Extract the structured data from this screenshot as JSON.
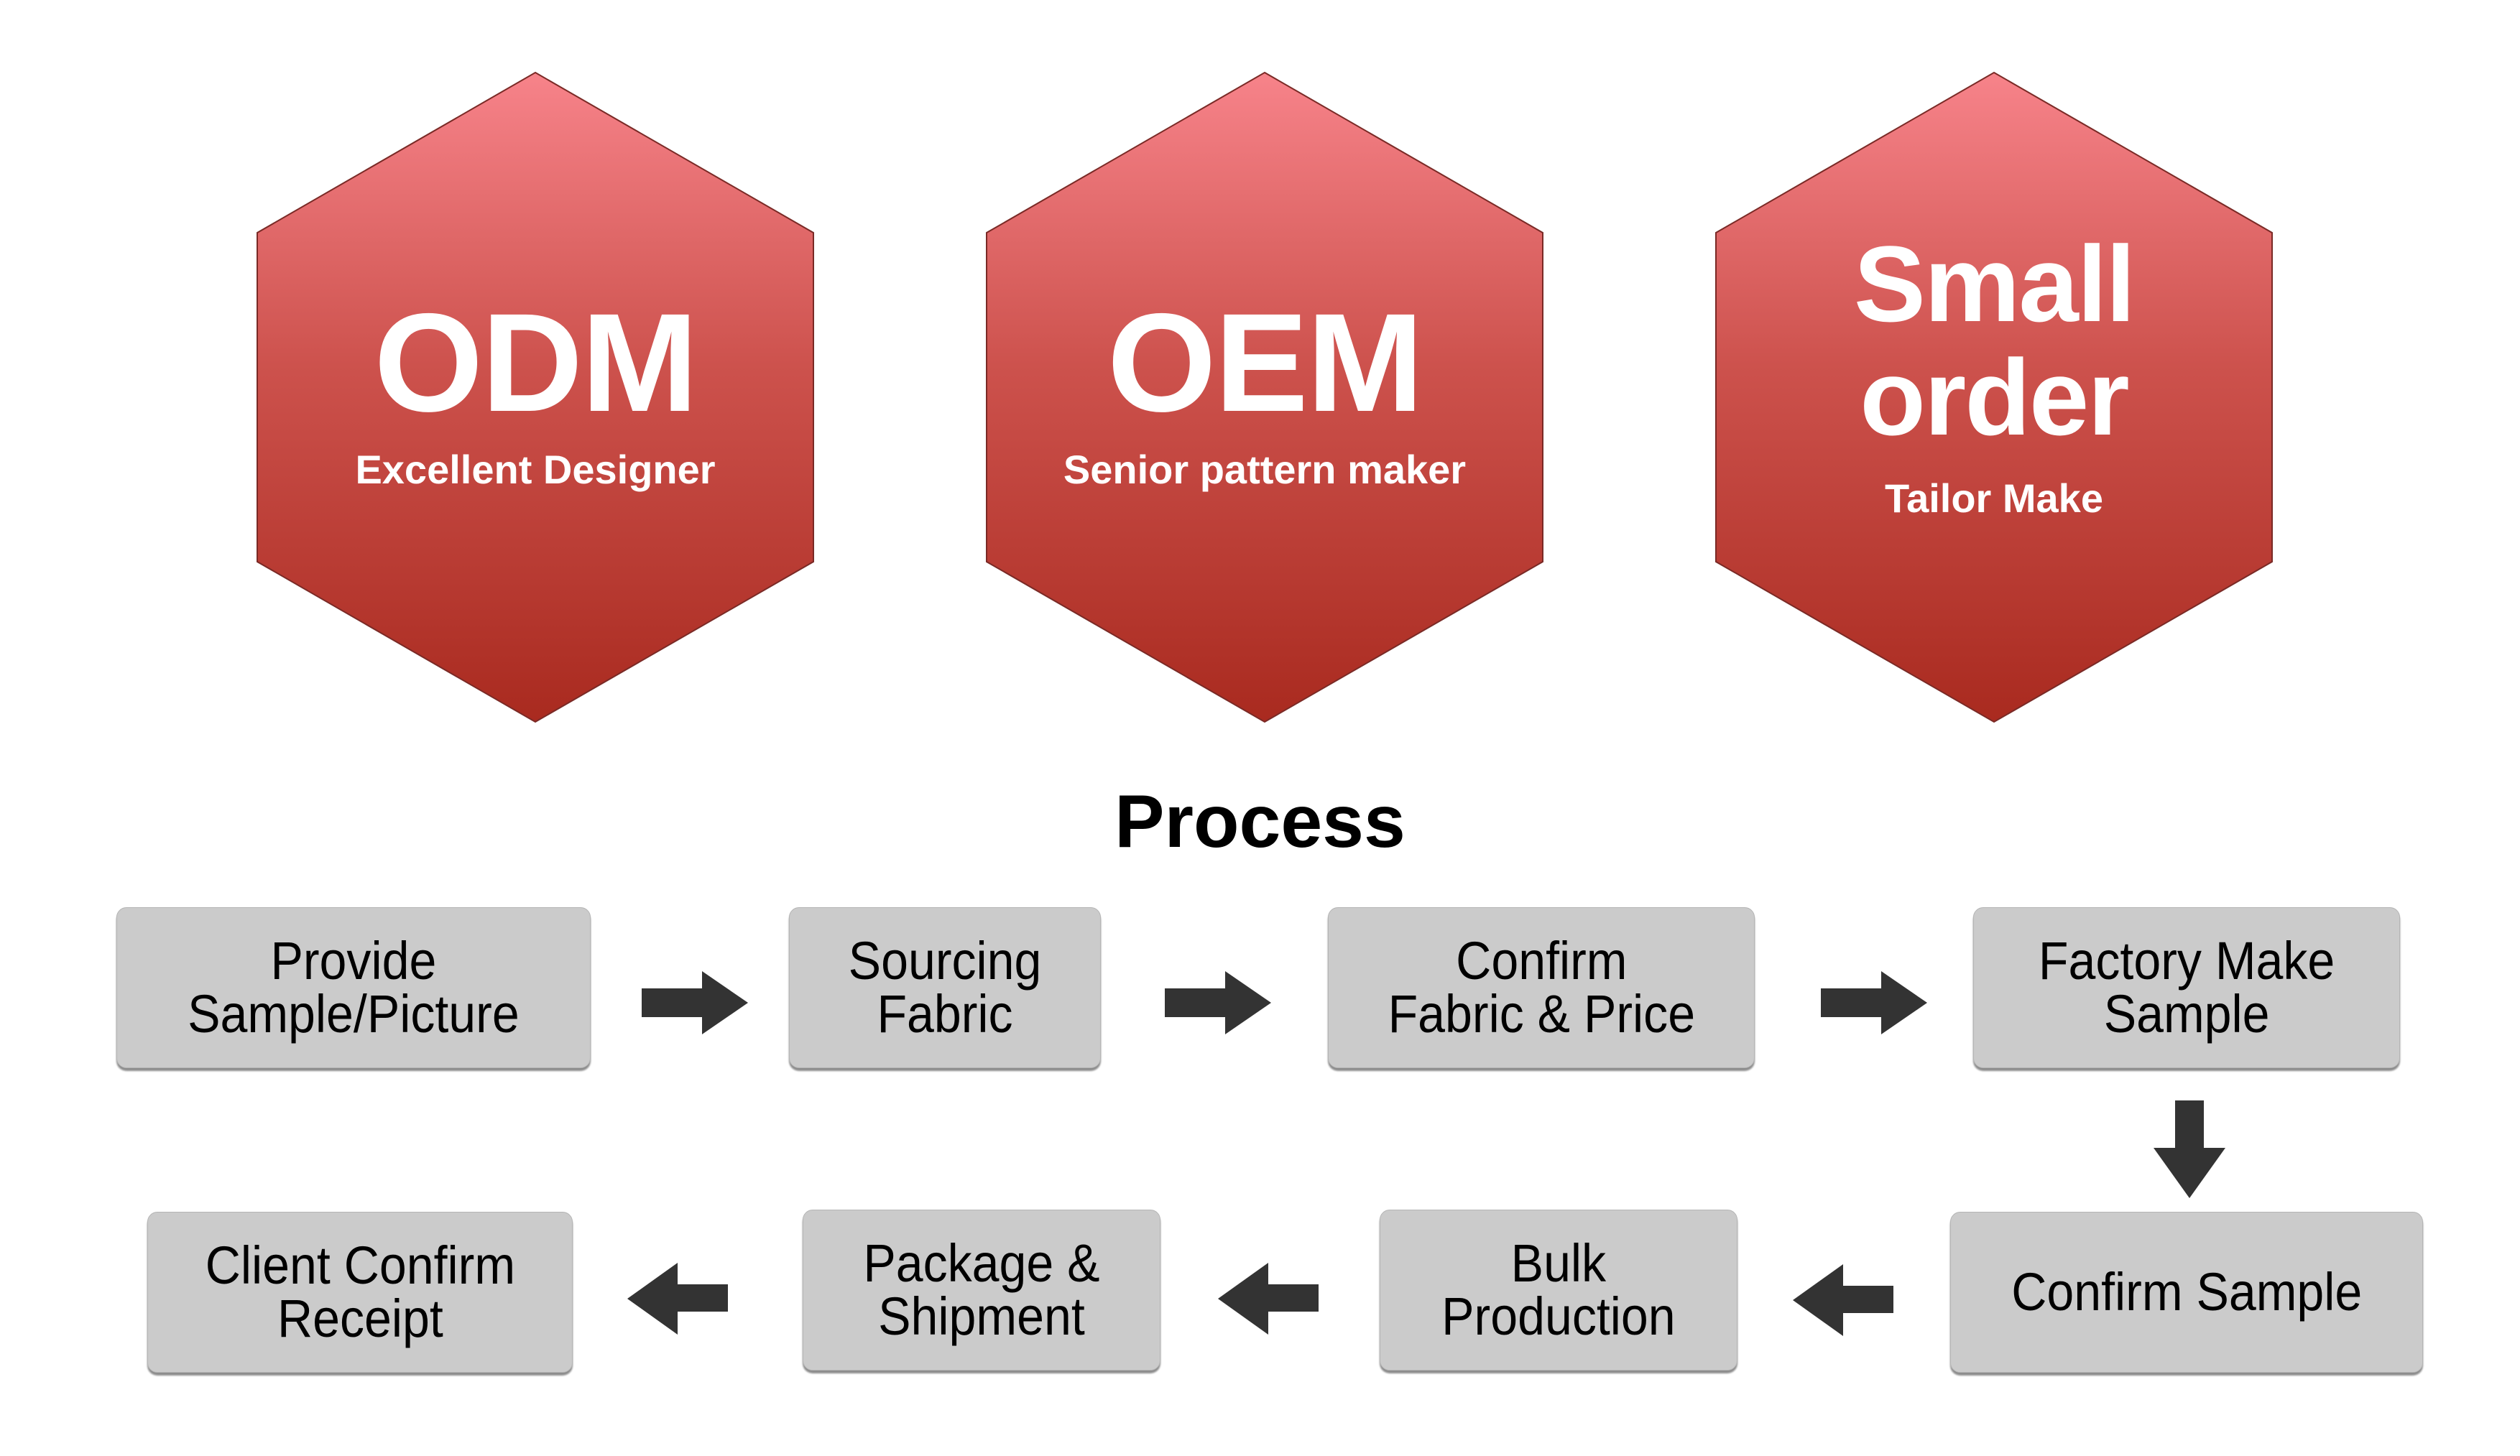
{
  "colors": {
    "hex_top": "#f7838a",
    "hex_bottom": "#a92a1f",
    "box_fill": "#cbcbcb",
    "arrow": "#333333"
  },
  "offerings": [
    {
      "title": "ODM",
      "subtitle": "Excellent Designer"
    },
    {
      "title": "OEM",
      "subtitle": "Senior pattern maker"
    },
    {
      "title_line1": "Small",
      "title_line2": "order",
      "subtitle": "Tailor Make"
    }
  ],
  "process": {
    "title": "Process",
    "steps": [
      {
        "label": "Provide\nSample/Picture"
      },
      {
        "label": "Sourcing\nFabric"
      },
      {
        "label": "Confirm\nFabric & Price"
      },
      {
        "label": "Factory Make\nSample"
      },
      {
        "label": "Confirm Sample"
      },
      {
        "label": "Bulk\nProduction"
      },
      {
        "label": "Package &\nShipment"
      },
      {
        "label": "Client Confirm\nReceipt"
      }
    ],
    "arrows": [
      "right",
      "right",
      "right",
      "down",
      "left",
      "left",
      "left"
    ]
  }
}
